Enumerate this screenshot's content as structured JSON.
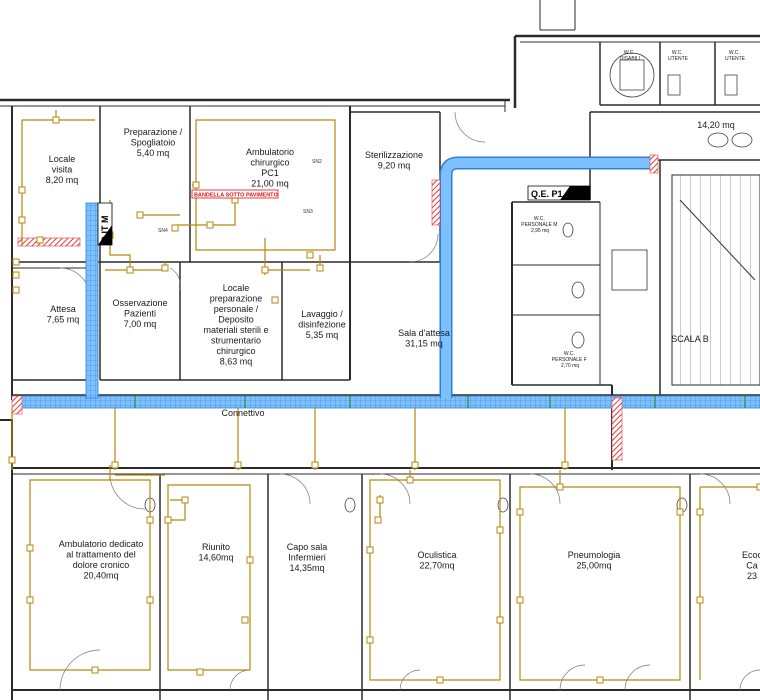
{
  "rooms": [
    {
      "id": "locale-visita",
      "lines": [
        "Locale",
        "visita",
        "8,20 mq"
      ]
    },
    {
      "id": "preparazione",
      "lines": [
        "Preparazione /",
        "Spogliatoio",
        "5,40 mq"
      ]
    },
    {
      "id": "ambulatorio-chirurgico",
      "lines": [
        "Ambulatorio",
        "chirurgico",
        "PC1",
        "21,00 mq"
      ]
    },
    {
      "id": "sterilizzazione",
      "lines": [
        "Sterilizzazione",
        "9,20 mq"
      ]
    },
    {
      "id": "wc-1",
      "lines": [
        "14,20 mq"
      ]
    },
    {
      "id": "attesa",
      "lines": [
        "Attesa",
        "7,65 mq"
      ]
    },
    {
      "id": "osservazione",
      "lines": [
        "Osservazione",
        "Pazienti",
        "7,00 mq"
      ]
    },
    {
      "id": "locale-preparazione",
      "lines": [
        "Locale",
        "preparazione",
        "personale /",
        "Deposito",
        "materiali sterili e",
        "strumentario",
        "chirurgico",
        "8,63 mq"
      ]
    },
    {
      "id": "lavaggio",
      "lines": [
        "Lavaggio /",
        "disinfezione",
        "5,35 mq"
      ]
    },
    {
      "id": "sala-attesa",
      "lines": [
        "Sala d'attesa",
        "31,15 mq"
      ]
    },
    {
      "id": "scala-b",
      "lines": [
        "SCALA B"
      ]
    },
    {
      "id": "connettivo",
      "lines": [
        "Connettivo"
      ]
    },
    {
      "id": "ambulatorio-dolore",
      "lines": [
        "Ambulatorio dedicato",
        "al trattamento del",
        "dolore cronico",
        "20,40mq"
      ]
    },
    {
      "id": "riunito",
      "lines": [
        "Riunito",
        "14,60mq"
      ]
    },
    {
      "id": "capo-sala",
      "lines": [
        "Capo sala",
        "Infermieri",
        "14,35mq"
      ]
    },
    {
      "id": "oculistica",
      "lines": [
        "Oculistica",
        "22,70mq"
      ]
    },
    {
      "id": "pneumologia",
      "lines": [
        "Pneumologia",
        "25,00mq"
      ]
    },
    {
      "id": "ecocardio",
      "lines": [
        "Ecoc",
        "Ca",
        "23"
      ]
    }
  ],
  "small_labels": {
    "wc_disabili": [
      "W.C.",
      "DISABILI"
    ],
    "wc_utente_1": [
      "W.C.",
      "UTENTE"
    ],
    "wc_utente_2": [
      "W.C.",
      "UTENTE"
    ],
    "wc_personale_m": [
      "W.C.",
      "PERSONALE M",
      "2,95 mq"
    ],
    "wc_personale_f": [
      "W.C.",
      "PERSONALE F",
      "2,70 mq"
    ]
  },
  "panels": {
    "qe_p1": "Q.E. P1",
    "qit_m": "Q.IT M"
  },
  "banner": "BANDELLA SOTTO PAVIMENTO",
  "sensors": [
    "SN2",
    "SN3",
    "SN4"
  ],
  "colors": {
    "wall": "#2b2b2b",
    "duct_blue": "#3b8fe0",
    "electric_gold": "#b8860b",
    "firestop_red": "#e23b3b"
  }
}
